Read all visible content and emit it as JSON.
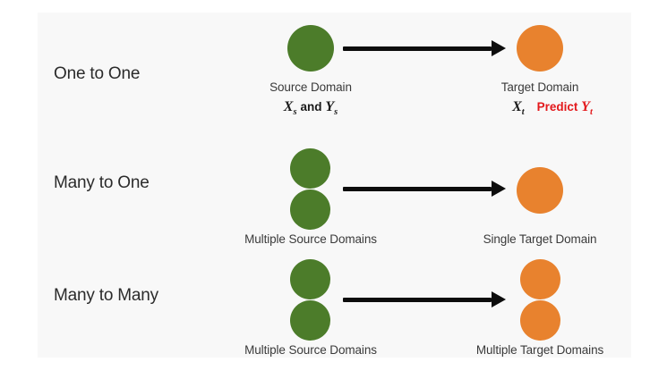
{
  "figure": {
    "title_present": false,
    "background_color": "#ffffff",
    "canvas_color": "#f8f8f8",
    "colors": {
      "source_node": "#4c7c2a",
      "target_node": "#e8822e",
      "arrow": "#0d0d0d",
      "label_text": "#2b2b2b",
      "caption_text": "#3a3a3a",
      "predict_text": "#e3191c"
    }
  },
  "rows": [
    {
      "label": "One to One",
      "source": {
        "node_count": 1,
        "caption": "Source Domain",
        "math_x": "X",
        "math_x_sub": "s",
        "math_and": "and",
        "math_y": "Y",
        "math_y_sub": "s"
      },
      "target": {
        "node_count": 1,
        "caption": "Target Domain",
        "math_x": "X",
        "math_x_sub": "t",
        "predict_label": "Predict",
        "predict_y": "Y",
        "predict_y_sub": "t"
      }
    },
    {
      "label": "Many to One",
      "source": {
        "node_count": 2,
        "caption": "Multiple Source Domains"
      },
      "target": {
        "node_count": 1,
        "caption": "Single Target Domain"
      }
    },
    {
      "label": "Many to Many",
      "source": {
        "node_count": 2,
        "caption": "Multiple Source Domains"
      },
      "target": {
        "node_count": 2,
        "caption": "Multiple Target Domains"
      }
    }
  ]
}
